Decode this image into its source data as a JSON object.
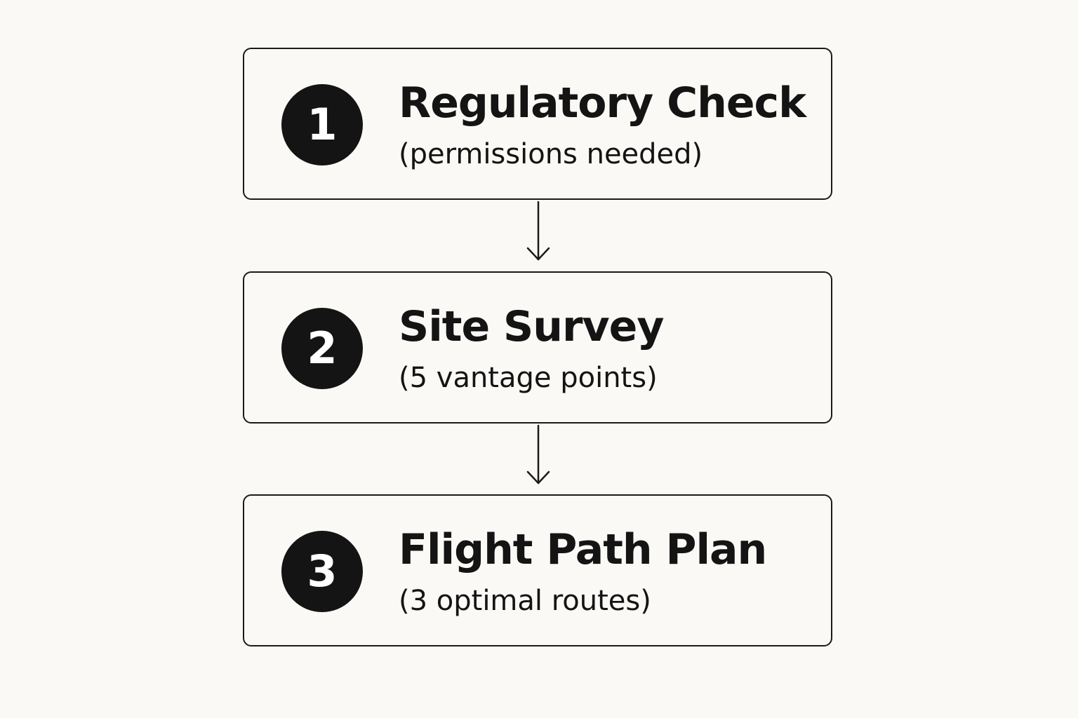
{
  "steps": [
    {
      "number": "1",
      "title": "Regulatory Check",
      "subtitle": "(permissions needed)"
    },
    {
      "number": "2",
      "title": "Site Survey",
      "subtitle": "(5 vantage points)"
    },
    {
      "number": "3",
      "title": "Flight Path Plan",
      "subtitle": "(3 optimal routes)"
    }
  ],
  "colors": {
    "background": "#fbf9f6",
    "badge": "#141414",
    "border": "#1a1a1a"
  }
}
